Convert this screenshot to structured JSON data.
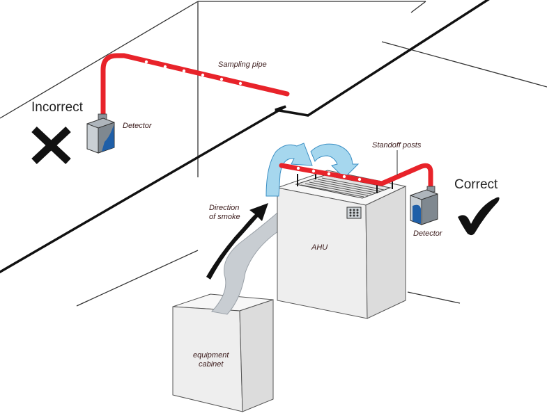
{
  "labels": {
    "incorrect": "Incorrect",
    "correct": "Correct",
    "sampling_pipe": "Sampling pipe",
    "detector_left": "Detector",
    "detector_right": "Detector",
    "standoff_posts": "Standoff posts",
    "direction_line1": "Direction",
    "direction_line2": "of smoke",
    "ahu": "AHU",
    "cabinet_line1": "equipment",
    "cabinet_line2": "cabinet"
  },
  "icons": {
    "incorrect": "cross-icon",
    "correct": "checkmark-icon"
  },
  "colors": {
    "pipe": "#e8232a",
    "airflow": "#a6d7ee",
    "airflow_stroke": "#3b8fc4",
    "smoke": "#c8cdd2",
    "detector_blue": "#1f5fa8",
    "box_front": "#eeeeee",
    "box_side": "#dcdcdc",
    "box_top": "#f7f7f7"
  }
}
